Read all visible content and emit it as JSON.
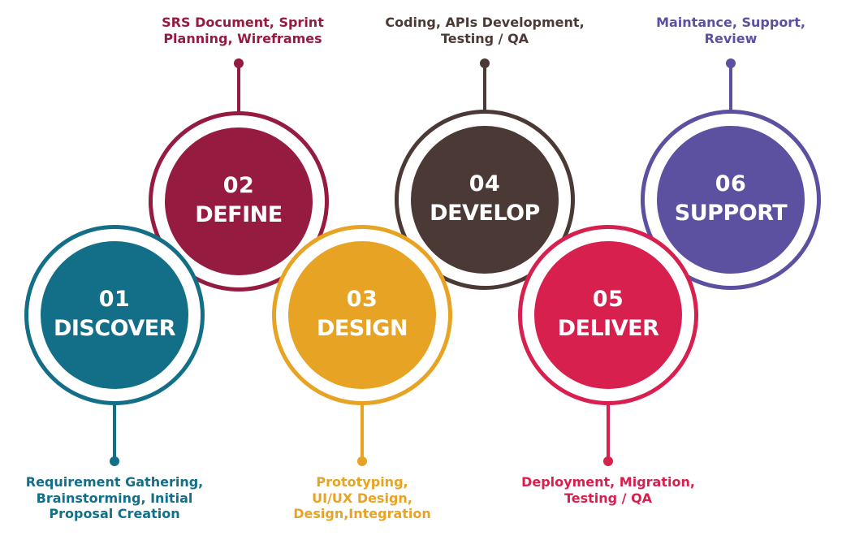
{
  "steps": [
    {
      "number": "01",
      "name": "DISCOVER",
      "color": "#136f88",
      "label_position": "bottom",
      "details": [
        "Requirement Gathering,",
        "Brainstorming, Initial",
        "Proposal Creation"
      ]
    },
    {
      "number": "02",
      "name": "DEFINE",
      "color": "#961b40",
      "label_position": "top",
      "details": [
        "SRS Document, Sprint",
        "Planning, Wireframes"
      ]
    },
    {
      "number": "03",
      "name": "DESIGN",
      "color": "#e7a324",
      "label_position": "bottom",
      "details": [
        "Prototyping,",
        "UI/UX Design,",
        "Design,Integration"
      ]
    },
    {
      "number": "04",
      "name": "DEVELOP",
      "color": "#4b3935",
      "label_position": "top",
      "details": [
        "Coding, APIs Development,",
        "Testing / QA"
      ]
    },
    {
      "number": "05",
      "name": "DELIVER",
      "color": "#d8204f",
      "label_position": "bottom",
      "details": [
        "Deployment, Migration,",
        "Testing / QA"
      ]
    },
    {
      "number": "06",
      "name": "SUPPORT",
      "color": "#5b51a0",
      "label_position": "top",
      "details": [
        "Maintance, Support,",
        "Review"
      ]
    }
  ]
}
